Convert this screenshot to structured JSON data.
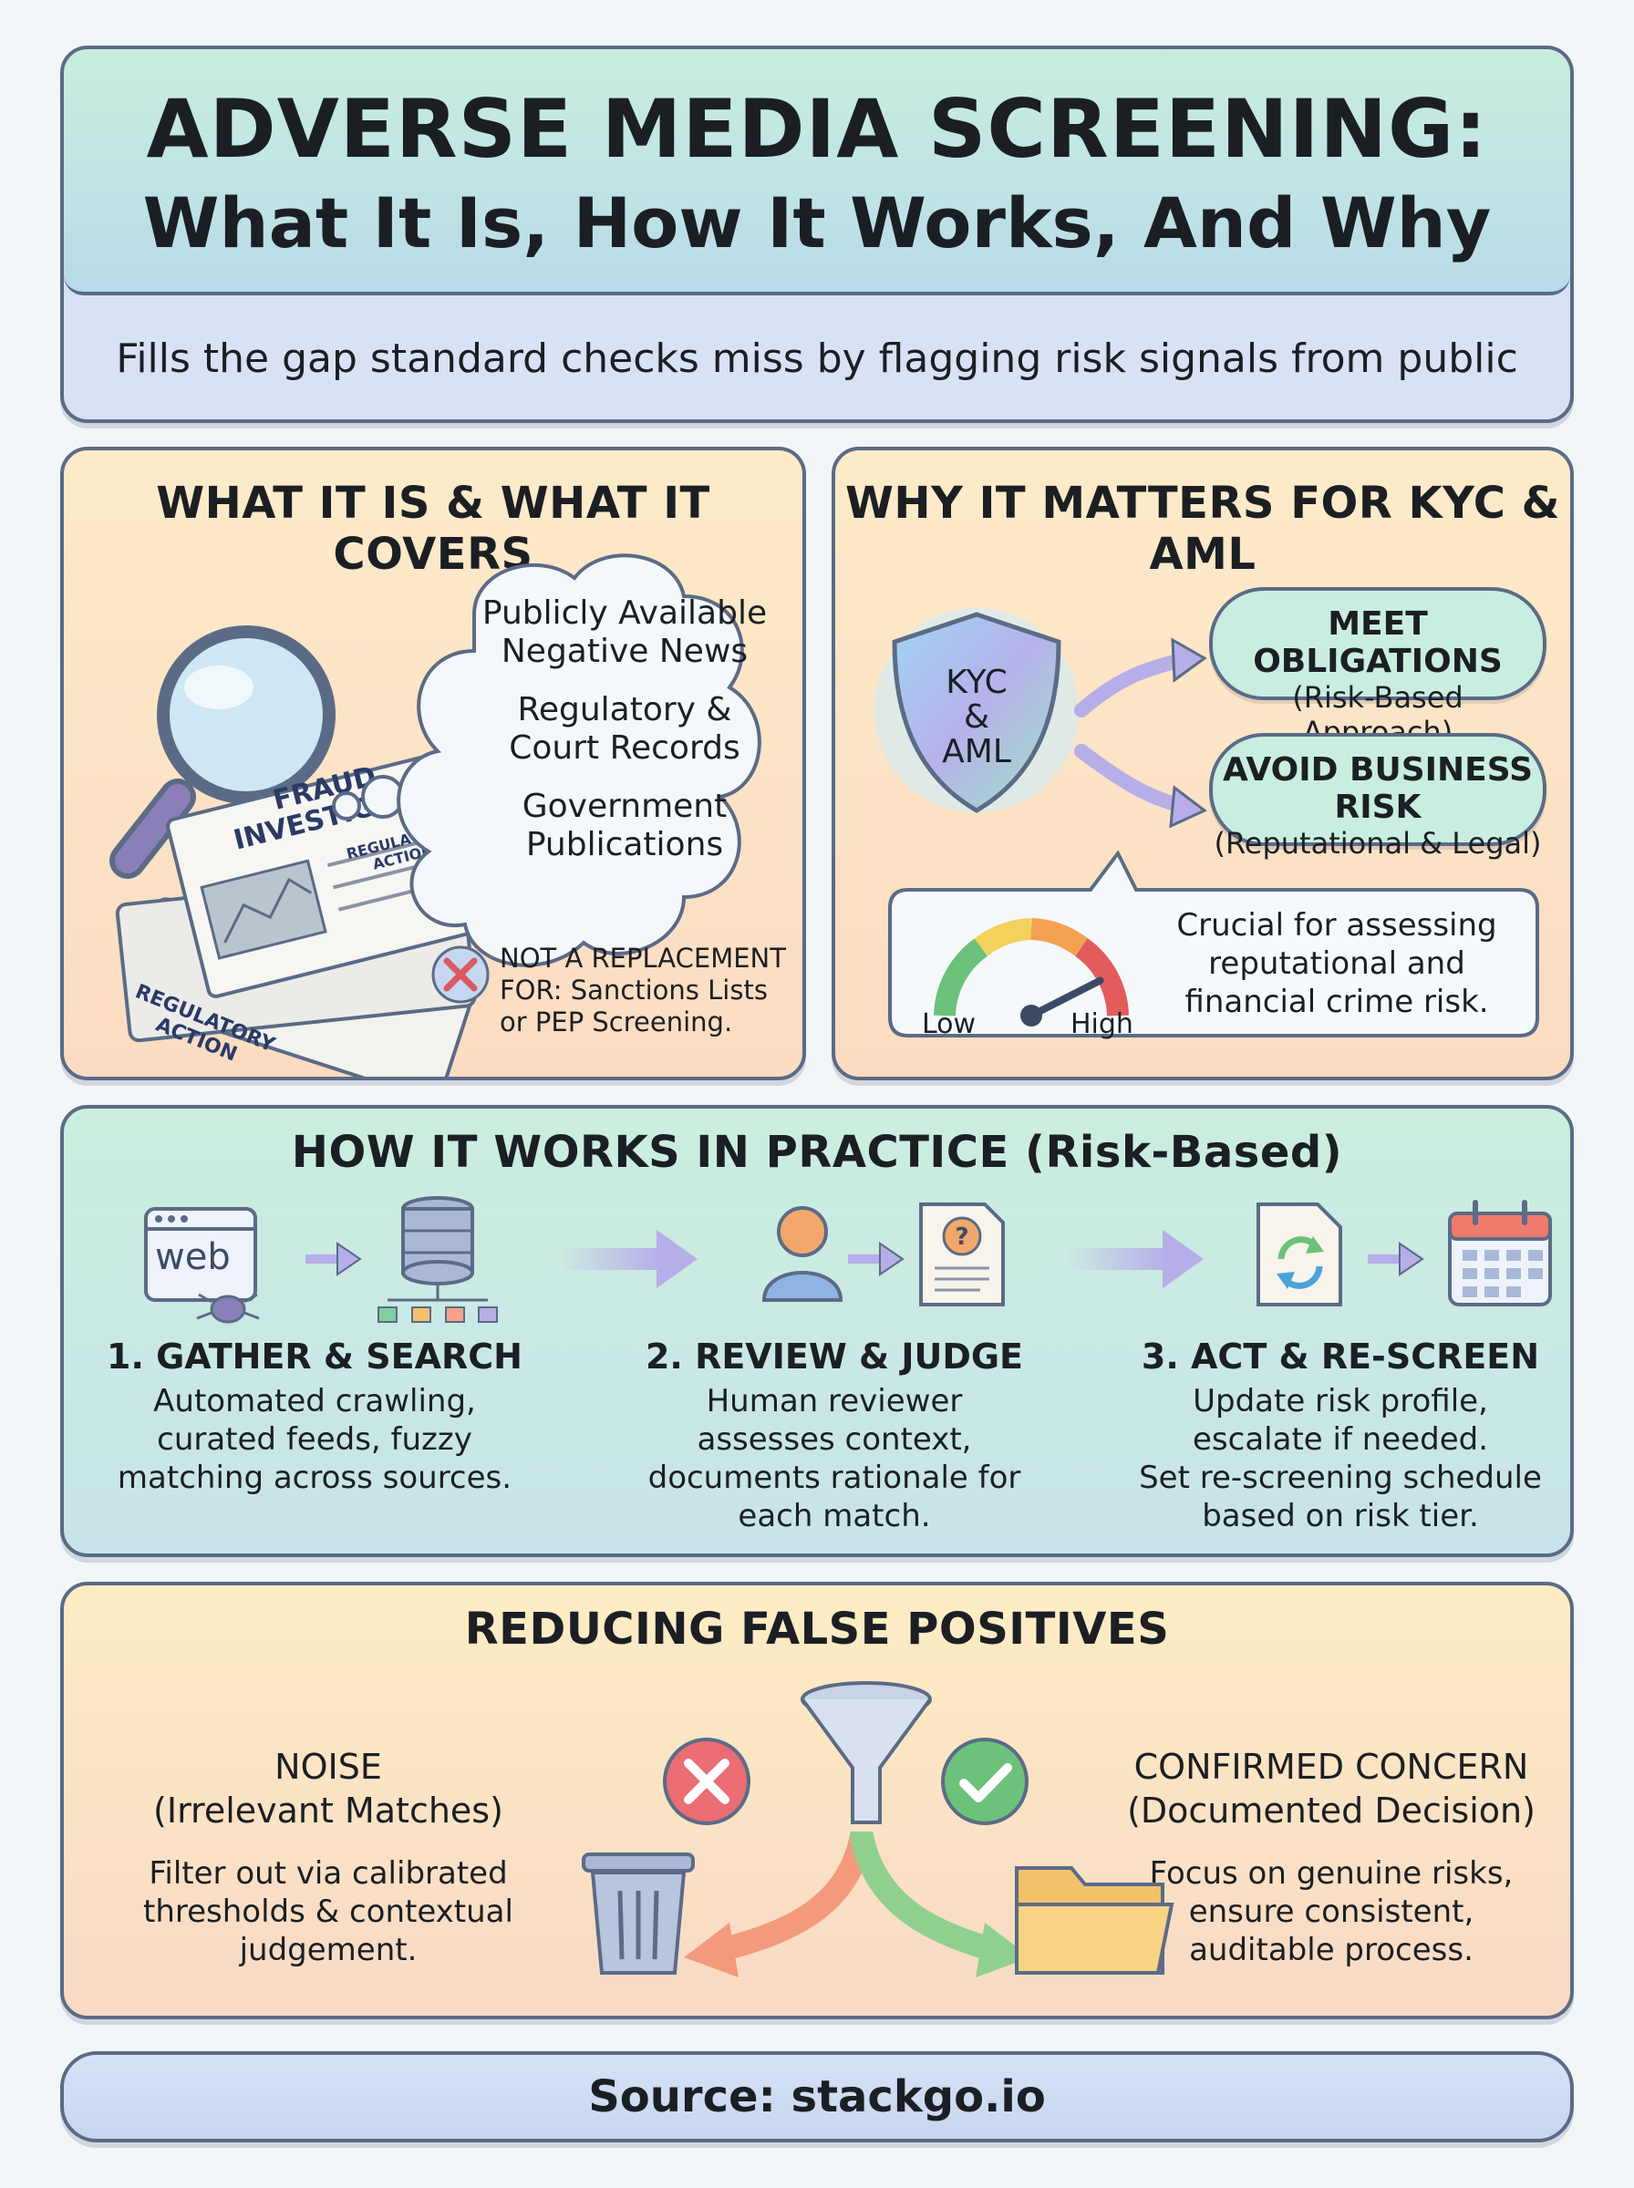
{
  "header": {
    "title": "ADVERSE MEDIA SCREENING:",
    "subtitle_line": "What It Is, How It Works, And Why",
    "tagline": "Fills the gap standard checks miss by flagging risk signals from public sources."
  },
  "what": {
    "title": "WHAT IT IS & WHAT IT COVERS",
    "cloud_items": [
      "Publicly Available\nNegative News",
      "Regulatory &\nCourt Records",
      "Government\nPublications"
    ],
    "newspaper_headline": "FRAUD\nINVESTIGATION",
    "newspaper_sub": "REGULATORY\nACTION",
    "newspaper_bottom": "REGULATORY ACTION",
    "not_replacement": "NOT A REPLACEMENT\nFOR: Sanctions Lists\nor PEP Screening."
  },
  "why": {
    "title": "WHY IT MATTERS FOR KYC & AML",
    "shield_text": "KYC\n&\nAML",
    "obligations_main": "MEET OBLIGATIONS",
    "obligations_sub": "(Risk-Based Approach)",
    "avoid_main": "AVOID BUSINESS RISK",
    "avoid_sub": "(Reputational & Legal)",
    "gauge_low": "Low",
    "gauge_high": "High",
    "gauge_level": 0.85,
    "crucial": "Crucial for assessing\nreputational and\nfinancial crime risk."
  },
  "how": {
    "title": "HOW IT WORKS IN PRACTICE (Risk-Based)",
    "web_label": "web",
    "steps": [
      {
        "title": "1. GATHER & SEARCH",
        "desc": "Automated crawling,\ncurated feeds, fuzzy\nmatching across sources."
      },
      {
        "title": "2. REVIEW & JUDGE",
        "desc": "Human reviewer\nassesses context,\ndocuments rationale for\neach match."
      },
      {
        "title": "3. ACT & RE-SCREEN",
        "desc": "Update risk profile,\nescalate if needed.\nSet re-screening schedule\nbased on risk tier."
      }
    ]
  },
  "fp": {
    "title": "REDUCING FALSE POSITIVES",
    "noise_head": "NOISE\n(Irrelevant Matches)",
    "noise_desc": "Filter out via calibrated\nthresholds & contextual\njudgement.",
    "concern_head": "CONFIRMED CONCERN\n(Documented Decision)",
    "concern_desc": "Focus on genuine risks,\nensure consistent,\nauditable process."
  },
  "footer": {
    "source": "Source: stackgo.io"
  },
  "colors": {
    "outline": "#5b6b86",
    "mint": "#c9eee0",
    "peach": "#fbdcc2",
    "green_check": "#6cc27a",
    "red_x": "#e05a63"
  }
}
